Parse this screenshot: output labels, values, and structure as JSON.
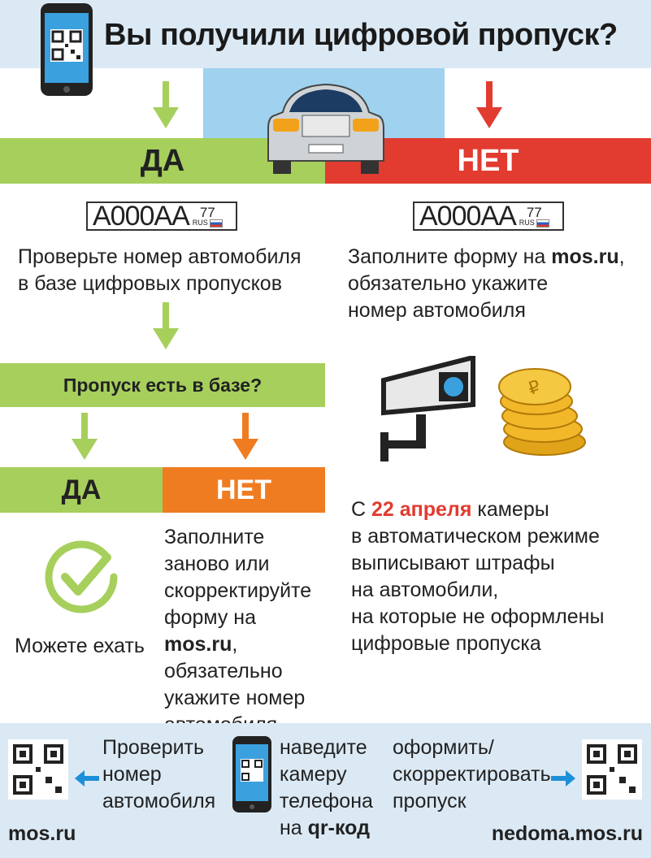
{
  "header": {
    "title": "Вы получили цифровой пропуск?"
  },
  "branches": {
    "yes": "ДА",
    "no": "НЕТ"
  },
  "plate": {
    "number": "А000АА",
    "region": "77",
    "country": "RUS"
  },
  "left": {
    "check_line1": "Проверьте номер автомобиля",
    "check_line2": "в базе цифровых пропусков",
    "question": "Пропуск есть в базе?",
    "yes": "ДА",
    "no": "НЕТ",
    "ok_text": "Можете ехать",
    "redo": [
      "Заполните",
      "заново или",
      "скорректируйте",
      "форму на ",
      "обязательно",
      "укажите номер",
      "автомобиля"
    ],
    "redo_site": "mos.ru",
    "redo_site_suffix": ","
  },
  "right": {
    "form_line1": "Заполните форму на ",
    "form_site": "mos.ru",
    "form_site_suffix": ",",
    "form_line2": "обязательно укажите",
    "form_line3": "номер автомобиля",
    "fine_prefix": "С ",
    "fine_date": "22 апреля",
    "fine_suffix": " камеры",
    "fine_lines": [
      "в автоматическом режиме",
      "выписывают штрафы",
      "на автомобили,",
      "на которые не оформлены",
      "цифровые пропуска"
    ]
  },
  "footer": {
    "left_lines": [
      "Проверить",
      "номер",
      "автомобиля"
    ],
    "left_site": "mos.ru",
    "mid_lines": [
      "наведите",
      "камеру",
      "телефона"
    ],
    "mid_last_prefix": "на ",
    "mid_last_bold": "qr-код",
    "right_lines": [
      "оформить/",
      "скорректировать",
      "пропуск"
    ],
    "right_site": "nedoma.mos.ru"
  },
  "colors": {
    "green": "#a6cf5c",
    "red": "#e23b30",
    "orange": "#f07c22",
    "blue": "#1d8fd8",
    "light_blue": "#dbe9f4"
  }
}
